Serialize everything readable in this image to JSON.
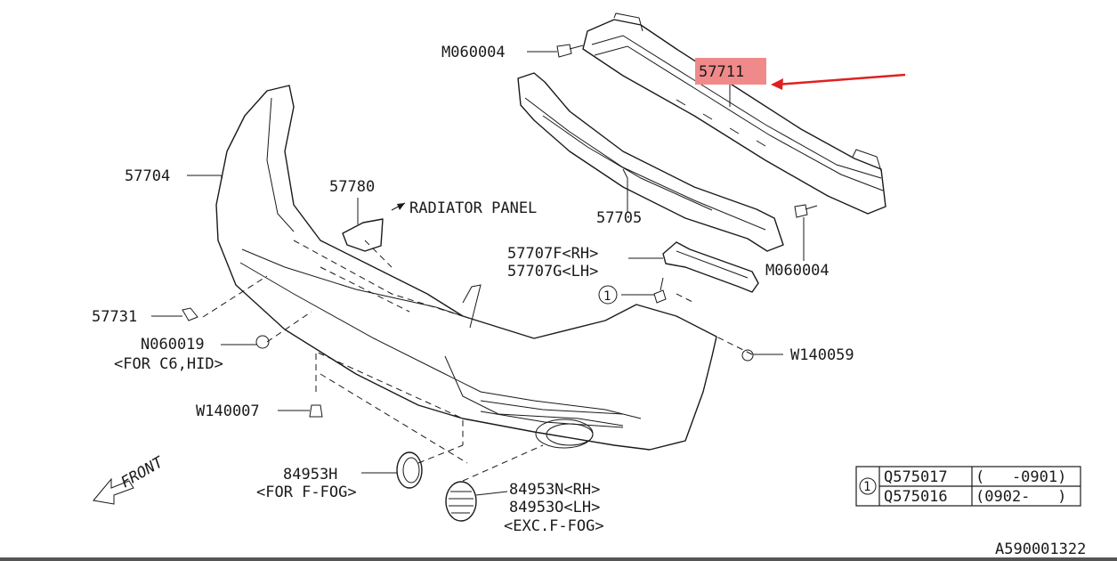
{
  "callouts": {
    "bolt_top": "M060004",
    "beam": "57711",
    "cover": "57704",
    "bracket_center": "57780",
    "radiator": "RADIATOR PANEL",
    "absorber": "57705",
    "bracket_rh": "57707F<RH>",
    "bracket_lh": "57707G<LH>",
    "bolt_right": "M060004",
    "clip_left": "57731",
    "nut": "N060019",
    "nut_note": "<FOR C6,HID>",
    "clip_right": "W140059",
    "clip_bottom": "W140007",
    "fog_cover": "84953H",
    "fog_cover_note": "<FOR F-FOG>",
    "grille_rh": "84953N<RH>",
    "grille_lh": "84953O<LH>",
    "grille_note": "<EXC.F-FOG>",
    "circle_ref": "1",
    "front": "FRONT"
  },
  "colors": {
    "highlight": "#f08a8a",
    "arrow": "#e02020",
    "ink": "#1a1a1a"
  },
  "table": {
    "ref": "1",
    "rows": [
      {
        "part": "Q575017",
        "range": "(   -0901)"
      },
      {
        "part": "Q575016",
        "range": "(0902-   )"
      }
    ]
  },
  "footer": {
    "code": "A590001322"
  }
}
